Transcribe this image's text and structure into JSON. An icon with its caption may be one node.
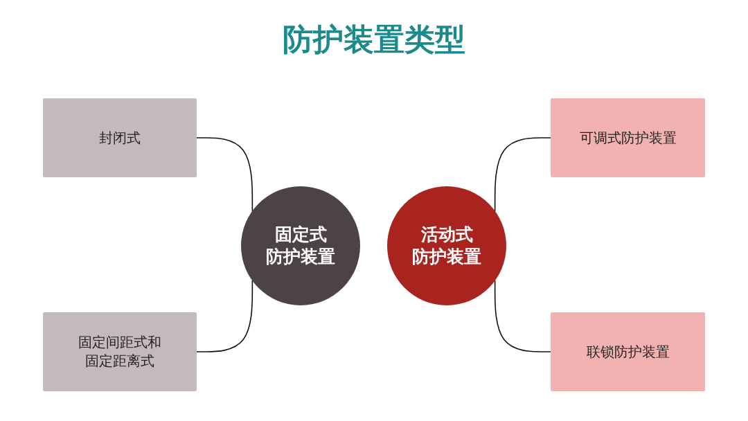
{
  "diagram": {
    "title": "防护装置类型",
    "nodes": [
      {
        "text": [
          "封闭式"
        ]
      },
      {
        "text": [
          "可调式防护装置"
        ]
      },
      {
        "text": [
          "固定式",
          "防护装置"
        ]
      },
      {
        "text": [
          "活动式",
          "防护装置"
        ]
      },
      {
        "text": [
          "固定间距式和固定距离式"
        ]
      },
      {
        "text": [
          "联锁防护装置"
        ]
      }
    ],
    "edges": [
      {
        "from": 2,
        "to": 0,
        "arrow": "none"
      },
      {
        "from": 2,
        "to": 4,
        "arrow": "none"
      },
      {
        "from": 3,
        "to": 1,
        "arrow": "none"
      },
      {
        "from": 3,
        "to": 5,
        "arrow": "none"
      }
    ]
  }
}
